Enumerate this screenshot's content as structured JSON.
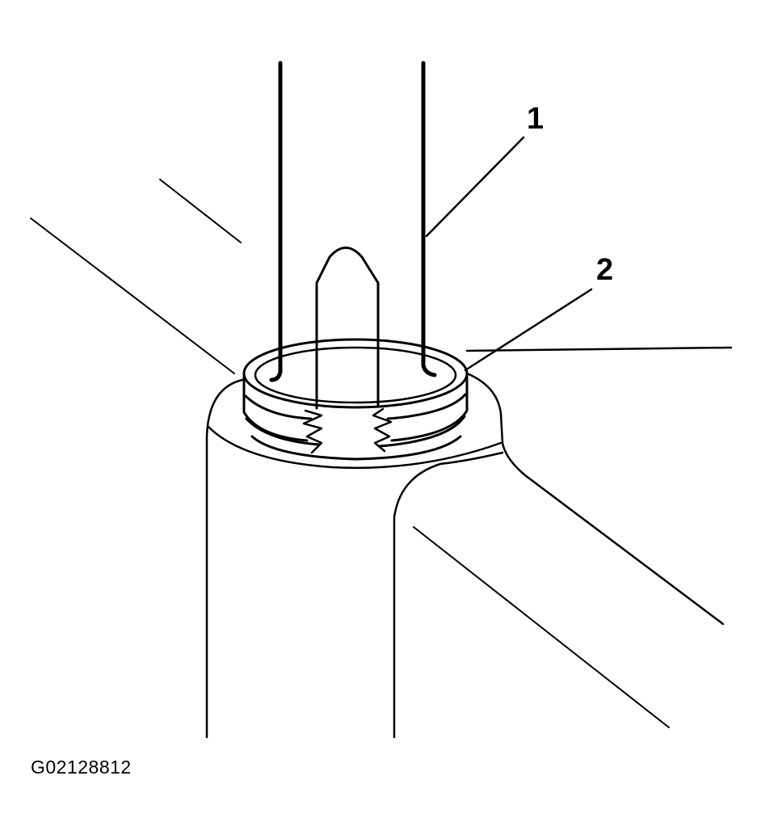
{
  "diagram": {
    "callouts": [
      {
        "label": "1"
      },
      {
        "label": "2"
      }
    ],
    "figure_id": "G02128812"
  }
}
